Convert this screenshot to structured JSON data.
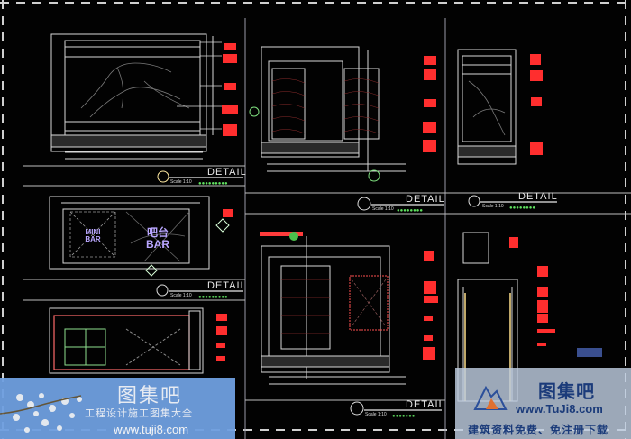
{
  "drawing": {
    "background": "#020202",
    "line_color": "#d8d8d8",
    "dim_color": "#ff3b3b",
    "note_color": "#5fe05f",
    "tag_color": "#b9a6ff",
    "details": [
      {
        "label": "DETAIL",
        "scale": "Scale 1:10"
      },
      {
        "label": "DETAIL",
        "scale": "Scale 1:10"
      },
      {
        "label": "DETAIL",
        "scale": "Scale 1:10"
      },
      {
        "label": "DETAIL",
        "scale": "Scale 1:10"
      },
      {
        "label": "DETAIL",
        "scale": "Scale 1:10"
      }
    ],
    "plan_tags": {
      "mini_bar_line1": "MINI",
      "mini_bar_line2": "BAR",
      "bar_cn": "吧台",
      "bar_en": "BAR"
    }
  },
  "watermark_left": {
    "title": "图集吧",
    "subtitle": "工程设计施工图集大全",
    "url": "www.tuji8.com",
    "bg_color": "#6f9fe0"
  },
  "watermark_right": {
    "title": "图集吧",
    "url": "www.TuJi8.com",
    "slogan": "建筑资料免费、免注册下载",
    "text_color": "#1b3b7a"
  }
}
